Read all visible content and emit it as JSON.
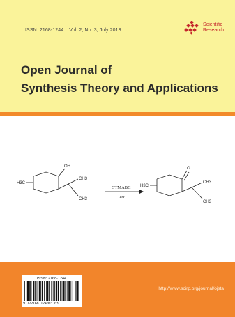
{
  "header": {
    "issn": "ISSN: 2168-1244",
    "volume": "Vol. 2, No. 3, July 2013"
  },
  "publisher": {
    "line1": "Scientific",
    "line2": "Research",
    "logo_icon": "diamond-cluster-logo"
  },
  "journal": {
    "title_line1": "Open Journal of",
    "title_line2": "Synthesis Theory and Applications"
  },
  "scheme": {
    "reactant_oh": "OH",
    "reactant_ch3_top": "CH3",
    "reactant_ch3_bottom": "CH3",
    "reactant_h3c": "H3C",
    "reagent": "CTMABC",
    "condition": "mw",
    "product_o": "O",
    "product_h3c": "H3C",
    "product_ch3_top": "CH3",
    "product_ch3_bottom": "CH3"
  },
  "barcode": {
    "issn": "ISSN: 2168-1244",
    "digits": "9 772168 124003  03"
  },
  "footer": {
    "url": "http://www.scirp.org/journal/ojsta"
  },
  "colors": {
    "top_band": "#faf39a",
    "accent_orange": "#f28a2a",
    "bottom_band": "#f2852b",
    "publisher_red": "#c4262c"
  }
}
